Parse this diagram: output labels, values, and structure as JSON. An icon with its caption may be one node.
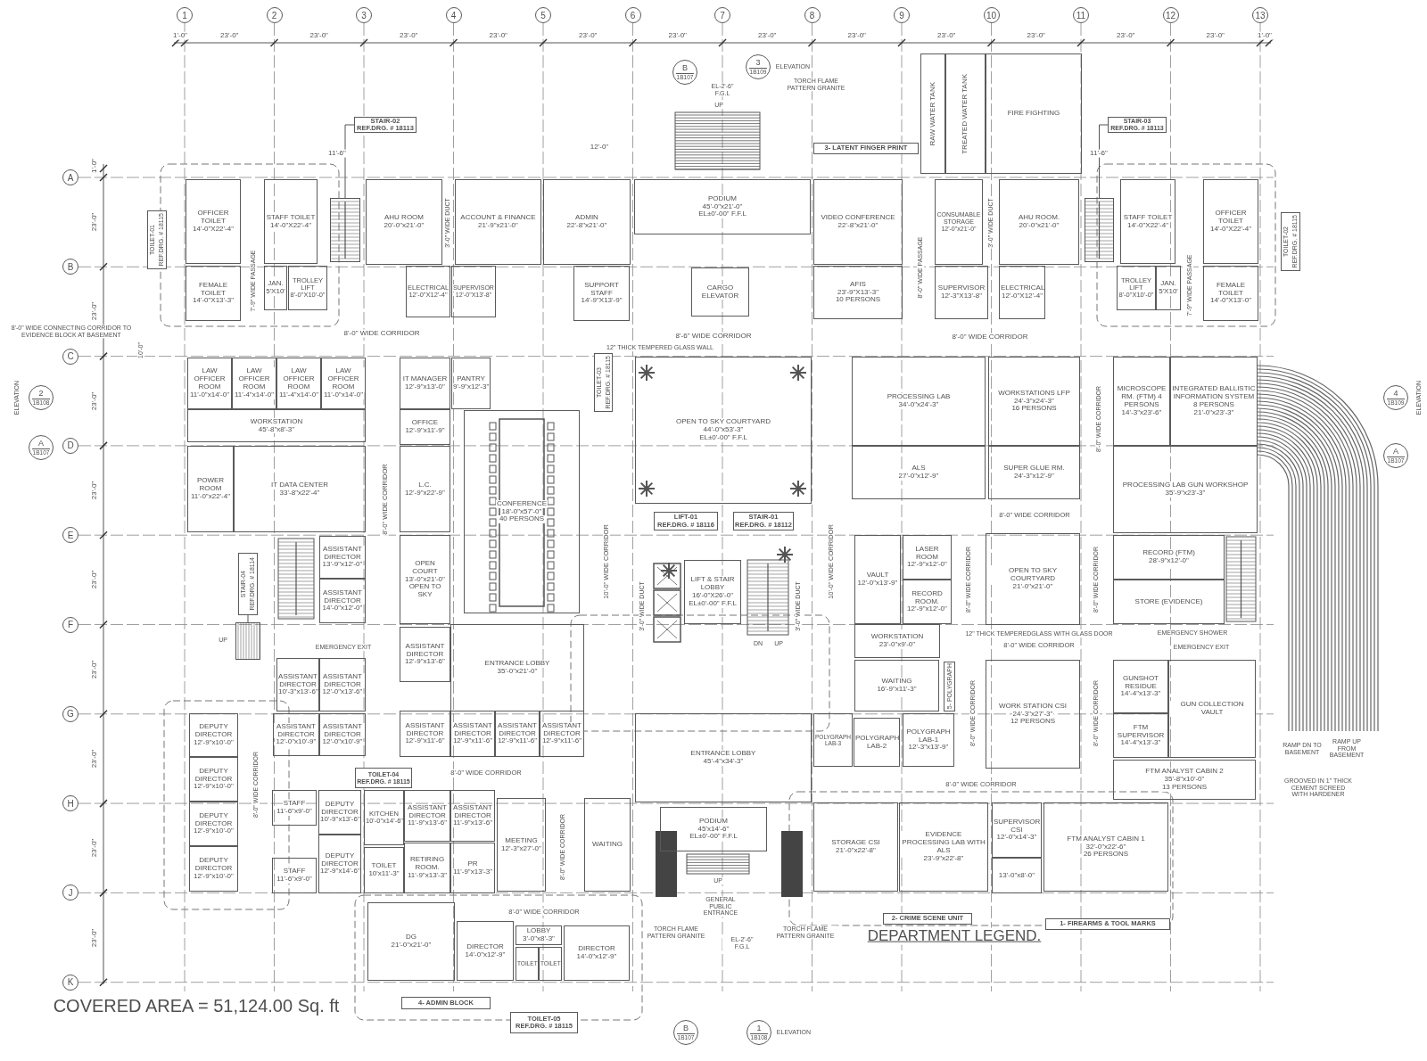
{
  "diagram": {
    "nodes": [
      {
        "text": [
          "1"
        ]
      },
      {
        "text": [
          "2"
        ]
      },
      {
        "text": [
          "3"
        ]
      },
      {
        "text": [
          "4"
        ]
      },
      {
        "text": [
          "5"
        ]
      },
      {
        "text": [
          "6"
        ]
      },
      {
        "text": [
          "7"
        ]
      },
      {
        "text": [
          "8"
        ]
      },
      {
        "text": [
          "9"
        ]
      },
      {
        "text": [
          "10"
        ]
      },
      {
        "text": [
          "11"
        ]
      },
      {
        "text": [
          "12"
        ]
      },
      {
        "text": [
          "13"
        ]
      },
      {
        "text": [
          "A"
        ]
      },
      {
        "text": [
          "B"
        ]
      },
      {
        "text": [
          "C"
        ]
      },
      {
        "text": [
          "D"
        ]
      },
      {
        "text": [
          "E"
        ]
      },
      {
        "text": [
          "F"
        ]
      },
      {
        "text": [
          "G"
        ]
      },
      {
        "text": [
          "H"
        ]
      },
      {
        "text": [
          "J"
        ]
      },
      {
        "text": [
          "K"
        ]
      },
      {
        "text": [
          "OFFICER TOILET",
          "14'-0\"X22'-4\""
        ]
      },
      {
        "text": [
          "STAFF TOILET",
          "14'-0\"X22'-4\""
        ]
      },
      {
        "text": [
          "FEMALE TOILET",
          "14'-0\"X13'-3\""
        ]
      },
      {
        "text": [
          "JAN.",
          "5'X10'"
        ]
      },
      {
        "text": [
          "TROLLEY LIFT",
          "8'-0\"X10'-0\""
        ]
      },
      {
        "text": [
          "TOILET-01",
          "REF.DRG. # 18115"
        ]
      },
      {
        "text": [
          "STAIR-02",
          "REF.DRG. # 18113"
        ]
      },
      {
        "text": [
          "AHU ROOM",
          "20'-0\"x21'-0\""
        ]
      },
      {
        "text": [
          "ACCOUNT & FINANCE",
          "21'-9\"x21'-0\""
        ]
      },
      {
        "text": [
          "ADMIN",
          "22'-8\"x21'-0\""
        ]
      },
      {
        "text": [
          "ELECTRICAL",
          "12'-0\"X12'-4\""
        ]
      },
      {
        "text": [
          "SUPERVISOR",
          "12'-0\"X13'-8\""
        ]
      },
      {
        "text": [
          "SUPPORT STAFF",
          "14'-9\"X13'-9\""
        ]
      },
      {
        "text": [
          "PODIUM",
          "45'-0\"x21'-0\"",
          "EL±0'-00\" F.F.L"
        ]
      },
      {
        "text": [
          "CARGO ELEVATOR"
        ]
      },
      {
        "text": [
          "3- LATENT FINGER PRINT"
        ]
      },
      {
        "text": [
          "RAW WATER TANK"
        ]
      },
      {
        "text": [
          "TREATED WATER TANK"
        ]
      },
      {
        "text": [
          "FIRE FIGHTING"
        ]
      },
      {
        "text": [
          "VIDEO CONFERENCE",
          "22'-8\"x21'-0\""
        ]
      },
      {
        "text": [
          "AFIS",
          "23'-9\"X13'-3\"",
          "10 PERSONS"
        ]
      },
      {
        "text": [
          "CONSUMABLE STORAGE",
          "12'-0\"x21'-0\""
        ]
      },
      {
        "text": [
          "SUPERVISOR",
          "12'-3\"X13'-8\""
        ]
      },
      {
        "text": [
          "AHU ROOM.",
          "20'-0\"x21'-0\""
        ]
      },
      {
        "text": [
          "ELECTRICAL",
          "12'-0\"X12'-4\""
        ]
      },
      {
        "text": [
          "STAIR-03",
          "REF.DRG. # 18113"
        ]
      },
      {
        "text": [
          "STAFF TOILET",
          "14'-0\"X22'-4\""
        ]
      },
      {
        "text": [
          "OFFICER TOILET",
          "14'-0\"X22'-4\""
        ]
      },
      {
        "text": [
          "TROLLEY LIFT",
          "8'-0\"X10'-0\""
        ]
      },
      {
        "text": [
          "JAN.",
          "5'X10'"
        ]
      },
      {
        "text": [
          "FEMALE TOILET",
          "14'-0\"X13'-0\""
        ]
      },
      {
        "text": [
          "TOILET-02",
          "REF.DRG. # 18115"
        ]
      },
      {
        "text": [
          "LAW OFFICER ROOM",
          "11'-0\"x14'-0\""
        ]
      },
      {
        "text": [
          "LAW OFFICER ROOM",
          "11'-4\"x14'-0\""
        ]
      },
      {
        "text": [
          "LAW OFFICER ROOM",
          "11'-4\"x14'-0\""
        ]
      },
      {
        "text": [
          "LAW OFFICER ROOM",
          "11'-0\"x14'-0\""
        ]
      },
      {
        "text": [
          "WORKSTATION",
          "45'-8\"x8'-3\""
        ]
      },
      {
        "text": [
          "POWER ROOM",
          "11'-0\"x22'-4\""
        ]
      },
      {
        "text": [
          "IT DATA CENTER",
          "33'-8\"x22'-4\""
        ]
      },
      {
        "text": [
          "IT MANAGER",
          "12'-9\"x13'-0\""
        ]
      },
      {
        "text": [
          "PANTRY",
          "9'-9\"x12'-3\""
        ]
      },
      {
        "text": [
          "OFFICE",
          "12'-9\"x11'-9\""
        ]
      },
      {
        "text": [
          "L.C.",
          "12'-9\"x22'-9\""
        ]
      },
      {
        "text": [
          "TOILET-03",
          "REF.DRG. # 18115"
        ]
      },
      {
        "text": [
          "CONFERENCE",
          "18'-0\"x57'-0\"",
          "40 PERSONS"
        ]
      },
      {
        "text": [
          "OPEN TO SKY COURTYARD",
          "44'-0\"x53'-3\"",
          "EL±0'-00\" F.F.L"
        ]
      },
      {
        "text": [
          "LIFT-01",
          "REF.DRG. # 18116"
        ]
      },
      {
        "text": [
          "STAIR-01",
          "REF.DRG. # 18112"
        ]
      },
      {
        "text": [
          "LIFT & STAIR LOBBY",
          "16'-0\"X26'-0\"",
          "EL±0'-00\" F.F.L"
        ]
      },
      {
        "text": [
          "PROCESSING LAB",
          "34'-0\"x24'-3\""
        ]
      },
      {
        "text": [
          "WORKSTATIONS LFP",
          "24'-3\"x24'-3\"",
          "16 PERSONS"
        ]
      },
      {
        "text": [
          "ALS",
          "27'-0\"x12'-9\""
        ]
      },
      {
        "text": [
          "SUPER GLUE RM.",
          "24'-3\"x12'-9\""
        ]
      },
      {
        "text": [
          "MICROSCOPE RM. (FTM) 4 PERSONS",
          "14'-3\"x23'-6\""
        ]
      },
      {
        "text": [
          "INTEGRATED BALLISTIC INFORMATION SYSTEM",
          "8 PERSONS",
          "21'-0\"x23'-3\""
        ]
      },
      {
        "text": [
          "PROCESSING LAB GUN WORKSHOP",
          "35'-9\"x23'-3\""
        ]
      },
      {
        "text": [
          "STAIR-04",
          "REF.DRG. # 18114"
        ]
      },
      {
        "text": [
          "ASSISTANT DIRECTOR",
          "13'-9\"x12'-0\""
        ]
      },
      {
        "text": [
          "ASSISTANT DIRECTOR",
          "14'-0\"x12'-0\""
        ]
      },
      {
        "text": [
          "OPEN COURT",
          "13'-0\"x21'-0\"",
          "OPEN TO SKY"
        ]
      },
      {
        "text": [
          "ASSISTANT DIRECTOR",
          "12'-9\"x13'-6\""
        ]
      },
      {
        "text": [
          "ASSISTANT DIRECTOR",
          "10'-3\"x13'-6\""
        ]
      },
      {
        "text": [
          "ASSISTANT DIRECTOR",
          "12'-0\"x13'-6\""
        ]
      },
      {
        "text": [
          "ENTRANCE LOBBY",
          "35'-0\"x21'-0\""
        ]
      },
      {
        "text": [
          "VAULT",
          "12'-0\"x13'-9\""
        ]
      },
      {
        "text": [
          "LASER ROOM",
          "12'-9\"x12'-0\""
        ]
      },
      {
        "text": [
          "RECORD ROOM.",
          "12'-9\"x12'-0\""
        ]
      },
      {
        "text": [
          "OPEN TO SKY COURTYARD",
          "21'-0\"x21'-0\""
        ]
      },
      {
        "text": [
          "RECORD (FTM)",
          "28'-9\"x12'-0\""
        ]
      },
      {
        "text": [
          "STORE (EVIDENCE)"
        ]
      },
      {
        "text": [
          "WORKSTATION",
          "23'-0\"x9'-0\""
        ]
      },
      {
        "text": [
          "WAITING",
          "16'-9\"x11'-3\""
        ]
      },
      {
        "text": [
          "5- POLYGRAPH"
        ]
      },
      {
        "text": [
          "POLYGRAPH LAB-3"
        ]
      },
      {
        "text": [
          "POLYGRAPH LAB-2"
        ]
      },
      {
        "text": [
          "POLYGRAPH LAB-1",
          "12'-3\"x13'-9\""
        ]
      },
      {
        "text": [
          "WORK STATION CSI",
          "24'-3\"x27'-3\"",
          "12 PERSONS"
        ]
      },
      {
        "text": [
          "GUNSHOT RESIDUE",
          "14'-4\"x13'-3\""
        ]
      },
      {
        "text": [
          "GUN COLLECTION VAULT"
        ]
      },
      {
        "text": [
          "FTM SUPERVISOR",
          "14'-4\"x13'-3\""
        ]
      },
      {
        "text": [
          "FTM ANALYST CABIN 2",
          "35'-8\"x10'-0\"",
          "13 PERSONS"
        ]
      },
      {
        "text": [
          "DEPUTY DIRECTOR",
          "12'-9\"x10'-0\""
        ]
      },
      {
        "text": [
          "DEPUTY DIRECTOR",
          "12'-9\"x10'-0\""
        ]
      },
      {
        "text": [
          "DEPUTY DIRECTOR",
          "12'-9\"x10'-0\""
        ]
      },
      {
        "text": [
          "DEPUTY DIRECTOR",
          "12'-9\"x10'-0\""
        ]
      },
      {
        "text": [
          "ASSISTANT DIRECTOR",
          "12'-0\"x10'-9\""
        ]
      },
      {
        "text": [
          "ASSISTANT DIRECTOR",
          "12'-0\"x10'-9\""
        ]
      },
      {
        "text": [
          "ASSISTANT DIRECTOR",
          "12'-9\"x11'-6\""
        ]
      },
      {
        "text": [
          "ASSISTANT DIRECTOR",
          "12'-9\"x11'-6\""
        ]
      },
      {
        "text": [
          "ASSISTANT DIRECTOR",
          "12'-9\"x11'-6\""
        ]
      },
      {
        "text": [
          "ASSISTANT DIRECTOR",
          "12'-9\"x11'-6\""
        ]
      },
      {
        "text": [
          "TOILET-04",
          "REF.DRG. # 18115"
        ]
      },
      {
        "text": [
          "STAFF",
          "11'-6\"x9'-0\""
        ]
      },
      {
        "text": [
          "DEPUTY DIRECTOR",
          "10'-9\"x13'-6\""
        ]
      },
      {
        "text": [
          "KITCHEN",
          "10'-0\"x14'-6\""
        ]
      },
      {
        "text": [
          "ASSISTANT DIRECTOR",
          "11'-9\"x13'-6\""
        ]
      },
      {
        "text": [
          "ASSISTANT DIRECTOR",
          "11'-9\"x13'-6\""
        ]
      },
      {
        "text": [
          "STAFF",
          "11'-6\"x9'-0\""
        ]
      },
      {
        "text": [
          "DEPUTY DIRECTOR",
          "12'-9\"x14'-6\""
        ]
      },
      {
        "text": [
          "TOILET",
          "10'x11'-3\""
        ]
      },
      {
        "text": [
          "RETIRING ROOM.",
          "11'-9\"x13'-3\""
        ]
      },
      {
        "text": [
          "PR",
          "11'-9\"x13'-3\""
        ]
      },
      {
        "text": [
          "MEETING",
          "12'-3\"x27'-0\""
        ]
      },
      {
        "text": [
          "WAITING"
        ]
      },
      {
        "text": [
          "ENTRANCE LOBBY",
          "45'-4\"x34'-3\""
        ]
      },
      {
        "text": [
          "PODIUM",
          "45'x14'-6\"",
          "EL±0'-00\" F.F.L"
        ]
      },
      {
        "text": [
          "STORAGE CSI",
          "21'-0\"x22'-8\""
        ]
      },
      {
        "text": [
          "EVIDENCE PROCESSING LAB WITH ALS",
          "23'-9\"x22'-8\""
        ]
      },
      {
        "text": [
          "SUPERVISOR CSI",
          "12'-0\"x14'-3\""
        ]
      },
      {
        "text": [
          "13'-0\"x8'-0\""
        ]
      },
      {
        "text": [
          "FTM ANALYST CABIN 1",
          "32'-0\"x22'-6\"",
          "26 PERSONS"
        ]
      },
      {
        "text": [
          "DG",
          "21'-0\"x21'-0\""
        ]
      },
      {
        "text": [
          "DIRECTOR",
          "14'-0\"x12'-9\""
        ]
      },
      {
        "text": [
          "LOBBY",
          "3'-0\"x8'-3\""
        ]
      },
      {
        "text": [
          "TOILET"
        ]
      },
      {
        "text": [
          "TOILET"
        ]
      },
      {
        "text": [
          "DIRECTOR",
          "14'-0\"x12'-9\""
        ]
      },
      {
        "text": [
          "4- ADMIN BLOCK"
        ]
      },
      {
        "text": [
          "TOILET-05",
          "REF.DRG. # 18115"
        ]
      },
      {
        "text": [
          "2- CRIME SCENE UNIT"
        ]
      },
      {
        "text": [
          "1- FIREARMS & TOOL MARKS"
        ]
      },
      {
        "text": [
          "B",
          "1B107"
        ]
      },
      {
        "text": [
          "3",
          "1B109"
        ],
        "beside": [
          "ELEVATION"
        ]
      },
      {
        "text": [
          "2",
          "1B108"
        ],
        "beside": [
          "ELEVATION"
        ]
      },
      {
        "text": [
          "A",
          "1B107"
        ]
      },
      {
        "text": [
          "4",
          "1B109"
        ],
        "beside": [
          "ELEVATION"
        ]
      },
      {
        "text": [
          "A",
          "1B107"
        ]
      },
      {
        "text": [
          "B",
          "1B107"
        ]
      },
      {
        "text": [
          "1",
          "1B108"
        ],
        "beside": [
          "ELEVATION"
        ]
      },
      {
        "text": [],
        "shape": "stair"
      },
      {
        "text": [],
        "shape": "stair"
      },
      {
        "text": [],
        "shape": "stair"
      }
    ],
    "edges": [
      {
        "from": 29,
        "to": 152,
        "arrow": "none"
      },
      {
        "from": 48,
        "to": 153,
        "arrow": "none"
      },
      {
        "from": 79,
        "to": 154,
        "arrow": "none"
      }
    ],
    "labels": [
      "1'-0\"",
      "23'-0\"",
      "23'-0\"",
      "23'-0\"",
      "23'-0\"",
      "23'-0\"",
      "23'-0\"",
      "23'-0\"",
      "23'-0\"",
      "23'-0\"",
      "23'-0\"",
      "23'-0\"",
      "23'-0\"",
      "1'-0\"",
      "1'-0\"",
      "23'-0\"",
      "23'-0\"",
      "23'-0\"",
      "23'-0\"",
      "23'-0\"",
      "23'-0\"",
      "23'-0\"",
      "23'-0\"",
      "23'-0\"",
      "EL-2'-6\" F.G.L",
      "TORCH FLAME PATTERN GRANITE",
      "UP",
      "11'-6\"",
      "12'-0\"",
      "11'-6\"",
      "3'-0\" WIDE DUCT",
      "3'-0\" WIDE DUCT",
      "7'-9\" WIDE PASSAGE",
      "8'-0\" WIDE PASSAGE",
      "7'-9\" WIDE PASSAGE",
      "8'-0\" WIDE CONNECTING CORRIDOR TO EVIDENCE BLOCK AT BASEMENT",
      "8'-0\" WIDE CORRIDOR",
      "8'-6\" WIDE CORRIDOR",
      "8'-0\" WIDE CORRIDOR",
      "10'-0\"",
      "12\" THICK TEMPERED GLASS WALL",
      "8'-0\" WIDE CORRIDOR",
      "8'-0\" WIDE CORRIDOR",
      "8'-0\" WIDE CORRIDOR",
      "10'-0\" WIDE CORRIDOR",
      "3'-0\" WIDE DUCT",
      "3'-0\" WIDE DUCT",
      "10'-0\" WIDE CORRIDOR",
      "8'-0\" WIDE CORRIDOR",
      "8'-0\" WIDE CORRIDOR",
      "UP",
      "EMERGENCY EXIT",
      "DN",
      "UP",
      "12\" THICK TEMPEREDGLASS WITH GLASS DOOR",
      "8'-0\" WIDE CORRIDOR",
      "EMERGENCY SHOWER",
      "EMERGENCY EXIT",
      "8'-0\" WIDE CORRIDOR",
      "8'-0\" WIDE CORRIDOR",
      "RAMP DN TO BASEMENT",
      "RAMP UP FROM BASEMENT",
      "8'-0\" WIDE CORRIDOR",
      "8'-0\" WIDE CORRIDOR",
      "8'-0\" WIDE CORRIDOR",
      "GROOVED IN 1\" THICK CEMENT SCREED WITH HARDENER",
      "8'-0\" WIDE CORRIDOR",
      "UP",
      "8'-0\" WIDE CORRIDOR",
      "GENERAL PUBLIC ENTRANCE",
      "TORCH FLAME PATTERN GRANITE",
      "EL-2'-6\" F.G.L",
      "TORCH FLAME PATTERN GRANITE",
      "DEPARTMENT LEGEND.",
      "COVERED AREA = 51,124.00 Sq. ft"
    ]
  }
}
